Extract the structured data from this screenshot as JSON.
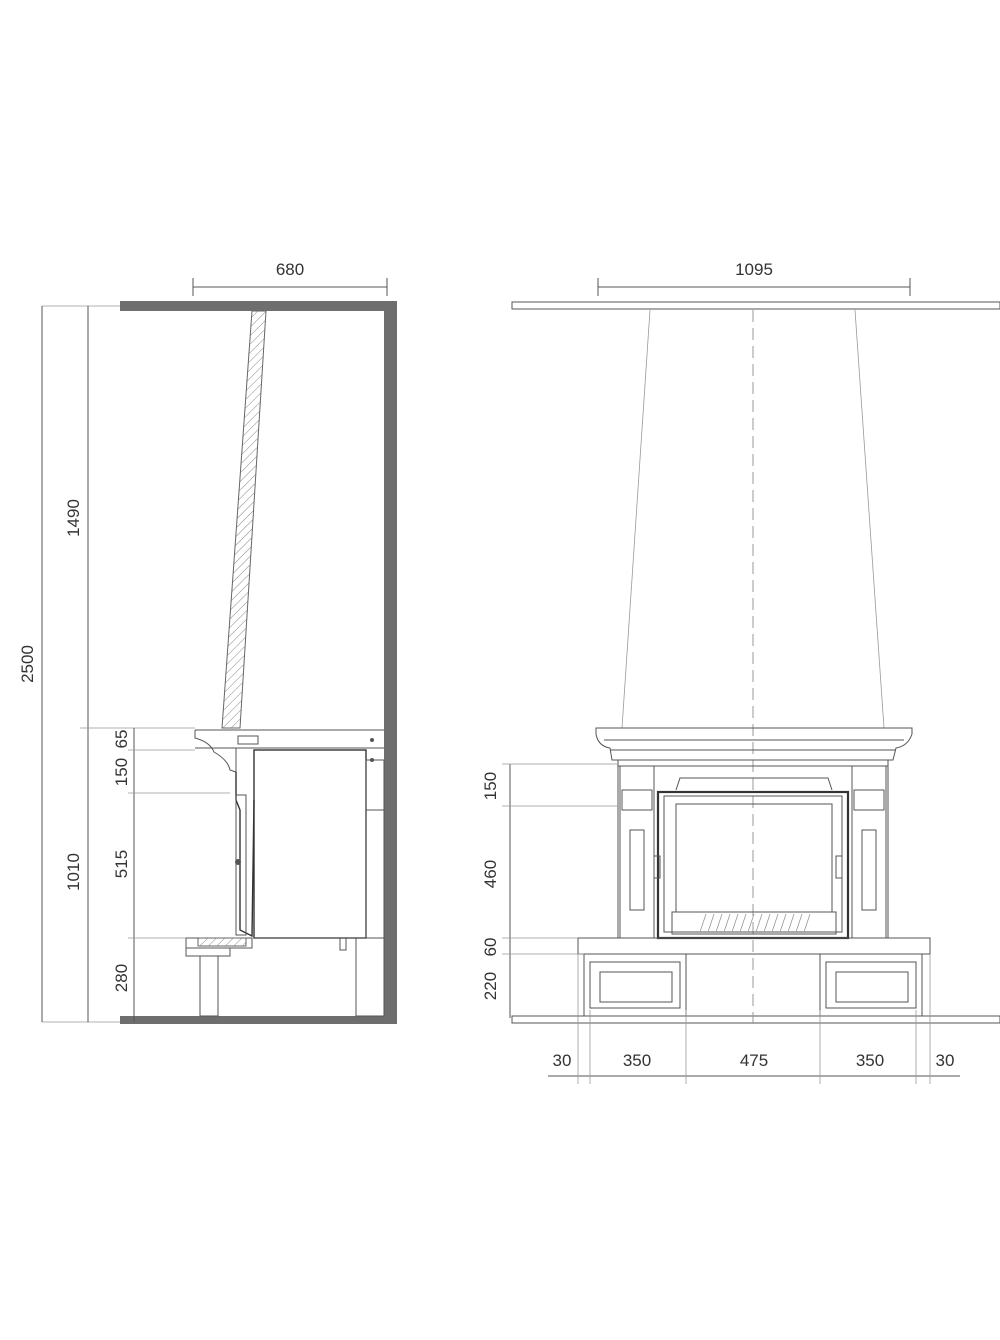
{
  "side_view": {
    "dims": {
      "width_top": "680",
      "total_height": "2500",
      "upper_height": "1490",
      "lower_height": "1010",
      "d65": "65",
      "d150": "150",
      "d515": "515",
      "d280": "280"
    }
  },
  "front_view": {
    "dims": {
      "width_top": "1095",
      "d150": "150",
      "d460": "460",
      "d60": "60",
      "d220": "220",
      "b30_left": "30",
      "b350_left": "350",
      "b475": "475",
      "b350_right": "350",
      "b30_right": "30"
    }
  }
}
